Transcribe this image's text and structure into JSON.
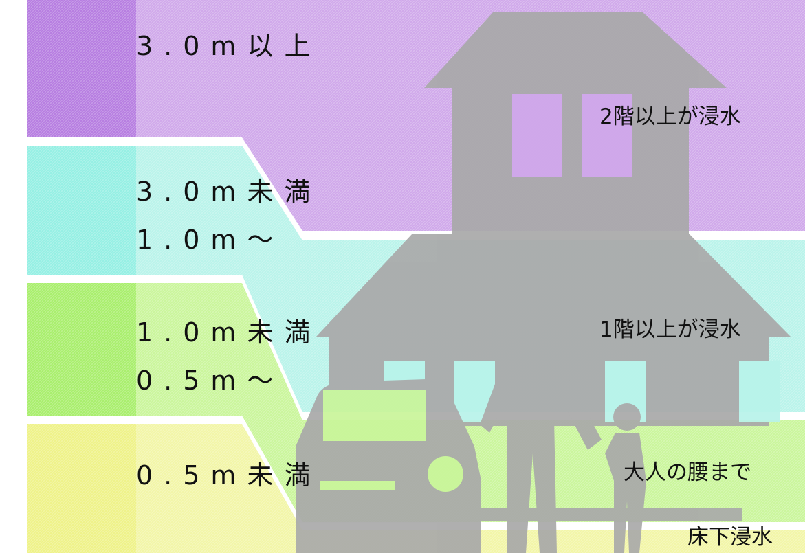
{
  "bands": [
    {
      "id": "purple",
      "level_label": "3.0m以上",
      "description": "2階以上が浸水",
      "color": "#cfa7ea",
      "side_color": "#b57be0"
    },
    {
      "id": "cyan",
      "level_label_line1": "3.0m未満",
      "level_label_line2": "1.0m～",
      "description": "1階以上が浸水",
      "color": "#b8f3ea",
      "side_color": "#93efe3"
    },
    {
      "id": "green",
      "level_label_line1": "1.0m未満",
      "level_label_line2": "0.5m～",
      "description": "大人の腰まで",
      "color": "#c9f59a",
      "side_color": "#a7ee6a"
    },
    {
      "id": "yellow",
      "level_label": "0.5m未満",
      "description": "床下浸水",
      "color": "#f2f5a6",
      "side_color": "#eef287"
    }
  ],
  "silhouette_color": "#a9a9a9",
  "icons": [
    "house-icon",
    "car-icon",
    "adult-icon",
    "child-icon"
  ]
}
